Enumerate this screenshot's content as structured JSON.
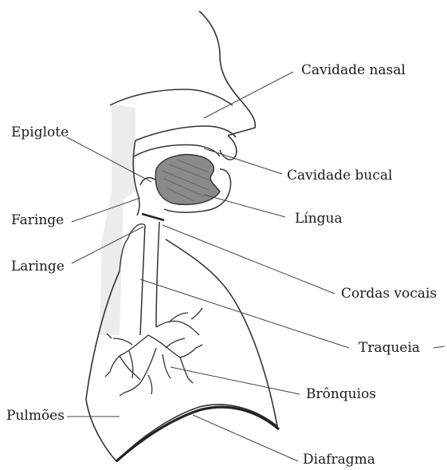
{
  "diagram": {
    "labels": {
      "nasal": "Cavidade nasal",
      "epiglote": "Epiglote",
      "bucal": "Cavidade bucal",
      "lingua": "Língua",
      "faringe": "Faringe",
      "laringe": "Laringe",
      "cordas": "Cordas vocais",
      "traqueia": "Traqueia",
      "bronquios": "Brônquios",
      "pulmoes": "Pulmões",
      "diafragma": "Diafragma"
    }
  }
}
